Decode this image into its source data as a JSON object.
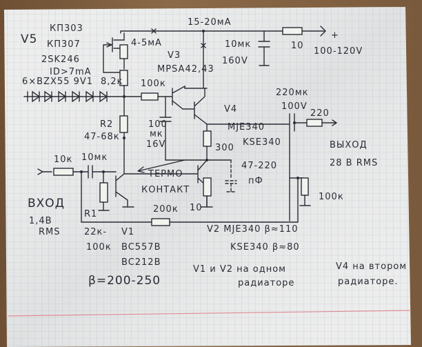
{
  "labels": {
    "v5": "V5",
    "kp303": "КП303",
    "kp307": "КП307",
    "sk246": "2SK246",
    "id": "ID>7mA",
    "i_total": "15-20мА",
    "i_jfet": "4-5мА",
    "v3": "V3",
    "v3_type": "MPSA42,43",
    "c_supply_val": "10мк",
    "c_supply_v": "160V",
    "r_supply": "10",
    "plus": "+",
    "supply": "100-120V",
    "zeners": "6×BZX55 9V1",
    "r_82": "8,2к",
    "r_100k_base": "100к",
    "c_out_val": "220мк",
    "c_out_v": "100V",
    "r_out": "220",
    "v4": "V4",
    "v4_type1": "MJE340",
    "v4_type2": "KSE340",
    "r_300": "300",
    "r2": "R2",
    "r2_val": "47-68к",
    "c_boot_1": "100",
    "c_boot_2": "мк",
    "c_boot_3": "16V",
    "output_1": "ВЫХОД",
    "output_2": "28 В RMS",
    "r_in": "10к",
    "c_in": "10мк",
    "thermo_1": "ТЕРМО",
    "thermo_2": "КОНТАКТ",
    "c_comp_1": "47-220",
    "c_comp_2": "пФ",
    "input_1": "ВХОД",
    "input_2": "1,4В",
    "input_3": "RMS",
    "r1": "R1",
    "r_fb": "200к",
    "r_emit": "10",
    "r_load": "100к",
    "r1_val_1": "22к-",
    "r1_val_2": "100к",
    "v1": "V1",
    "v1_type1": "BC557B",
    "v1_type2": "BC212B",
    "v2_line1": "V2 MJE340 β≈110",
    "v2_line2": "KSE340 β≈80",
    "note_1a": "V1 и V2 на одном",
    "note_1b": "радиаторе",
    "note_2a": "V4 на втором",
    "note_2b": "радиаторе.",
    "beta_v1": "β=200-250"
  }
}
